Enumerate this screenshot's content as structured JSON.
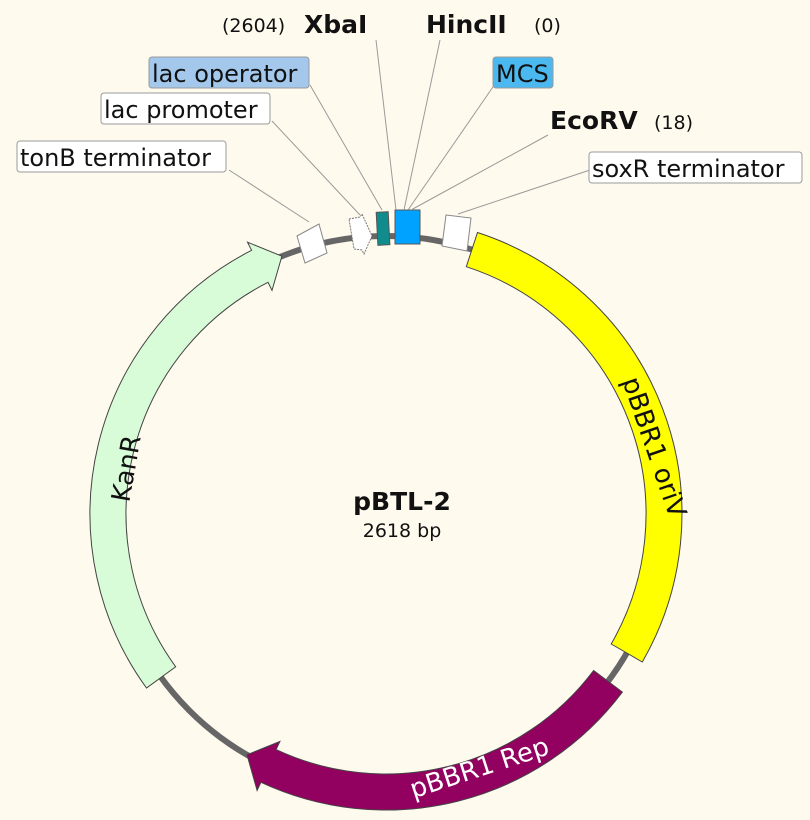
{
  "plasmid": {
    "name": "pBTL-2",
    "size_label": "2618 bp",
    "length_bp": 2618
  },
  "colors": {
    "background": "#fffaee",
    "backbone": "#666666",
    "pbbr1_oriv": "#ffff00",
    "pbbr1_rep": "#920060",
    "kanr": "#d8fcd8",
    "mcs": "#00a2ff",
    "lac_operator": "#108c8c",
    "terminator": "#ffffff"
  },
  "features": [
    {
      "id": "pbbr1-oriv",
      "label": "pBBR1 oriV",
      "color": "#ffff00",
      "text_color": "#111111"
    },
    {
      "id": "pbbr1-rep",
      "label": "pBBR1 Rep",
      "color": "#920060",
      "text_color": "#ffffff"
    },
    {
      "id": "kanr",
      "label": "KanR",
      "color": "#d8fcd8",
      "text_color": "#111111"
    }
  ],
  "callouts": {
    "lac_operator": "lac operator",
    "lac_promoter": "lac promoter",
    "tonb_terminator": "tonB terminator",
    "mcs": "MCS",
    "soxr_terminator": "soxR terminator"
  },
  "sites": {
    "xbai": {
      "name": "XbaI",
      "position": "(2604)"
    },
    "hincii": {
      "name": "HincII",
      "position": "(0)"
    },
    "ecorv": {
      "name": "EcoRV",
      "position": "(18)"
    }
  }
}
